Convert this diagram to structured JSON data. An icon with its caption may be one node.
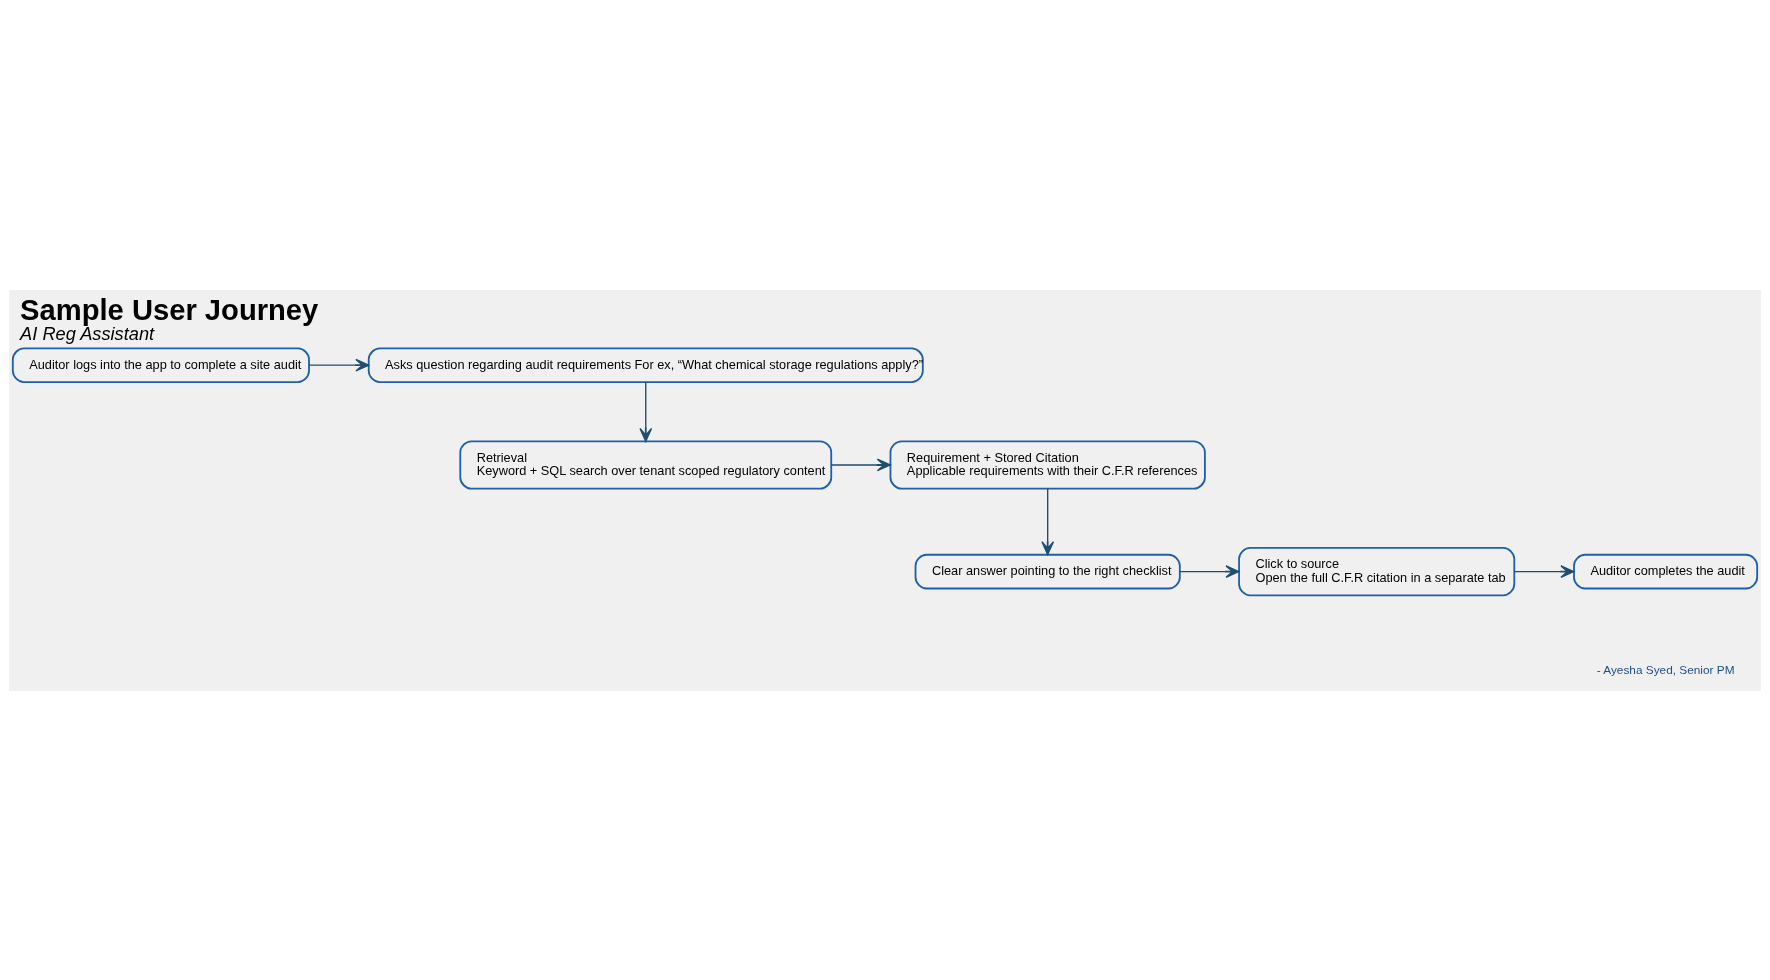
{
  "diagram": {
    "title": "Sample User Journey",
    "caption": "AI Reg Assistant",
    "nodes": [
      {
        "text": [
          "Auditor logs into the app to complete a site audit"
        ]
      },
      {
        "text": [
          "Asks question regarding audit requirements For ex, “What chemical storage regulations apply?”"
        ]
      },
      {
        "text": [
          "Retrieval",
          "Keyword + SQL search over tenant scoped regulatory content"
        ]
      },
      {
        "text": [
          "Requirement + Stored Citation",
          "Applicable requirements with their C.F.R references"
        ]
      },
      {
        "text": [
          "Clear answer pointing to the right checklist"
        ]
      },
      {
        "text": [
          "Click to source",
          "Open the full C.F.R citation in a separate tab"
        ]
      },
      {
        "text": [
          "Auditor completes the audit"
        ]
      }
    ],
    "edges": [
      {
        "from": 0,
        "to": 1,
        "arrow": "to"
      },
      {
        "from": 1,
        "to": 2,
        "arrow": "to"
      },
      {
        "from": 2,
        "to": 3,
        "arrow": "to"
      },
      {
        "from": 3,
        "to": 4,
        "arrow": "to"
      },
      {
        "from": 4,
        "to": 5,
        "arrow": "to"
      },
      {
        "from": 5,
        "to": 6,
        "arrow": "to"
      }
    ],
    "labels": [
      "- Ayesha Syed, Senior PM"
    ]
  }
}
